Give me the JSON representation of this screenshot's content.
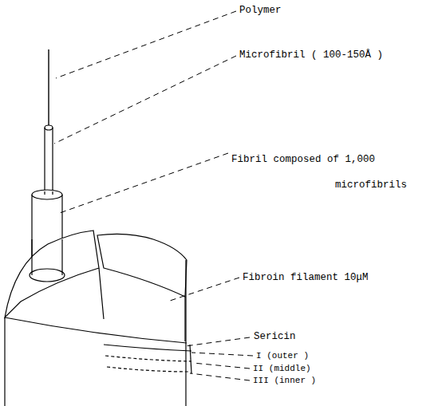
{
  "diagram": {
    "labels": [
      "Polymer",
      "Microfibril ( 100-150Å )",
      "Fibril composed of 1,000 microfibrils",
      "Fibroin filament 10μM",
      "Sericin",
      "I (outer )",
      "II (middle)",
      "III (inner )"
    ]
  }
}
